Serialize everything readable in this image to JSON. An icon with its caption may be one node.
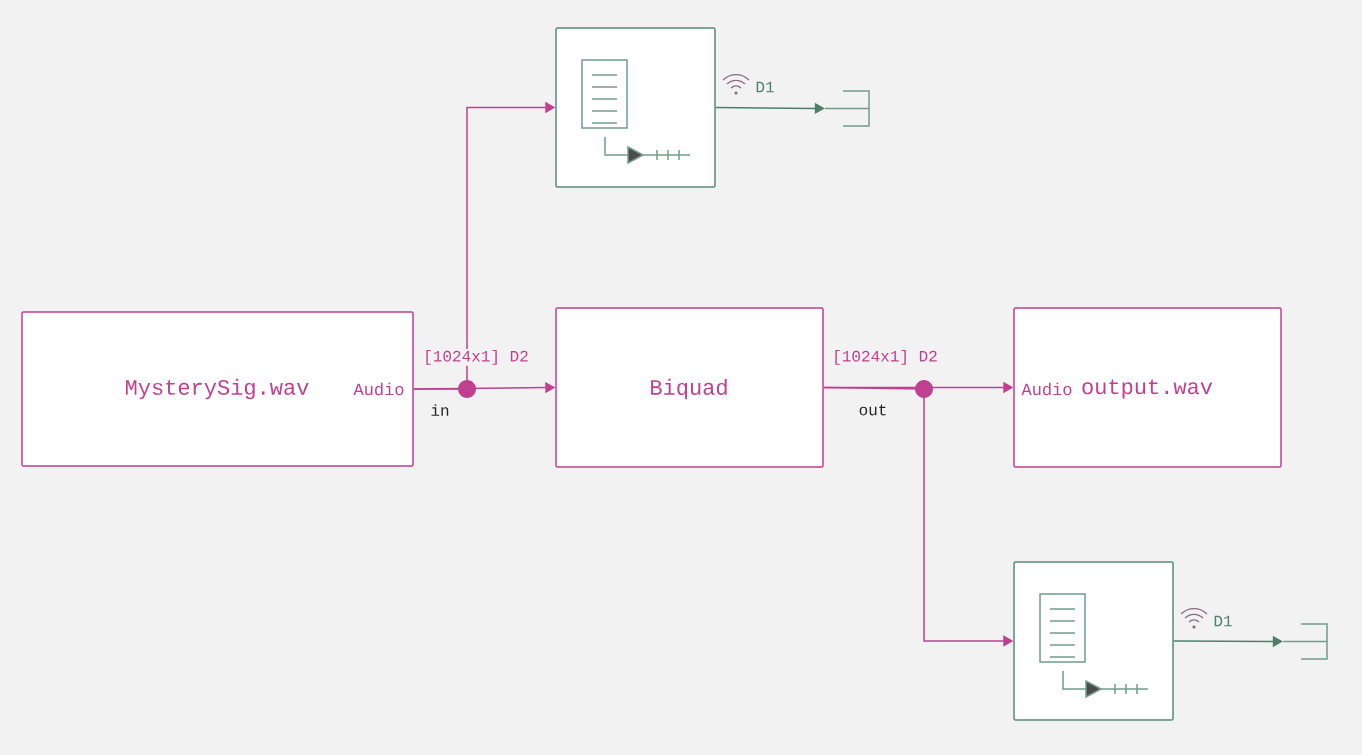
{
  "diagram": {
    "nodes": [
      {
        "text": [
          "MysterySig.wav",
          "Audio"
        ]
      },
      {
        "text": [],
        "shape": "picture"
      },
      {
        "text": [
          "Biquad"
        ]
      },
      {
        "text": [
          "Audio",
          "output.wav"
        ]
      },
      {
        "text": [],
        "shape": "picture"
      },
      {
        "text": [],
        "shape": "bracket"
      },
      {
        "text": [],
        "shape": "bracket"
      }
    ],
    "edges": [
      {
        "from": 0,
        "to": 1,
        "arrow": "to"
      },
      {
        "from": 0,
        "to": 2,
        "arrow": "to",
        "label": "[1024x1] D2"
      },
      {
        "from": 2,
        "to": 3,
        "arrow": "to",
        "label": "[1024x1] D2"
      },
      {
        "from": 2,
        "to": 4,
        "arrow": "to"
      },
      {
        "from": 1,
        "to": 5,
        "arrow": "to",
        "label": "D1",
        "color": "#4f7f6c"
      },
      {
        "from": 4,
        "to": 6,
        "arrow": "to",
        "label": "D1",
        "color": "#4f7f6c"
      }
    ],
    "labels": [
      "in",
      "out"
    ]
  }
}
